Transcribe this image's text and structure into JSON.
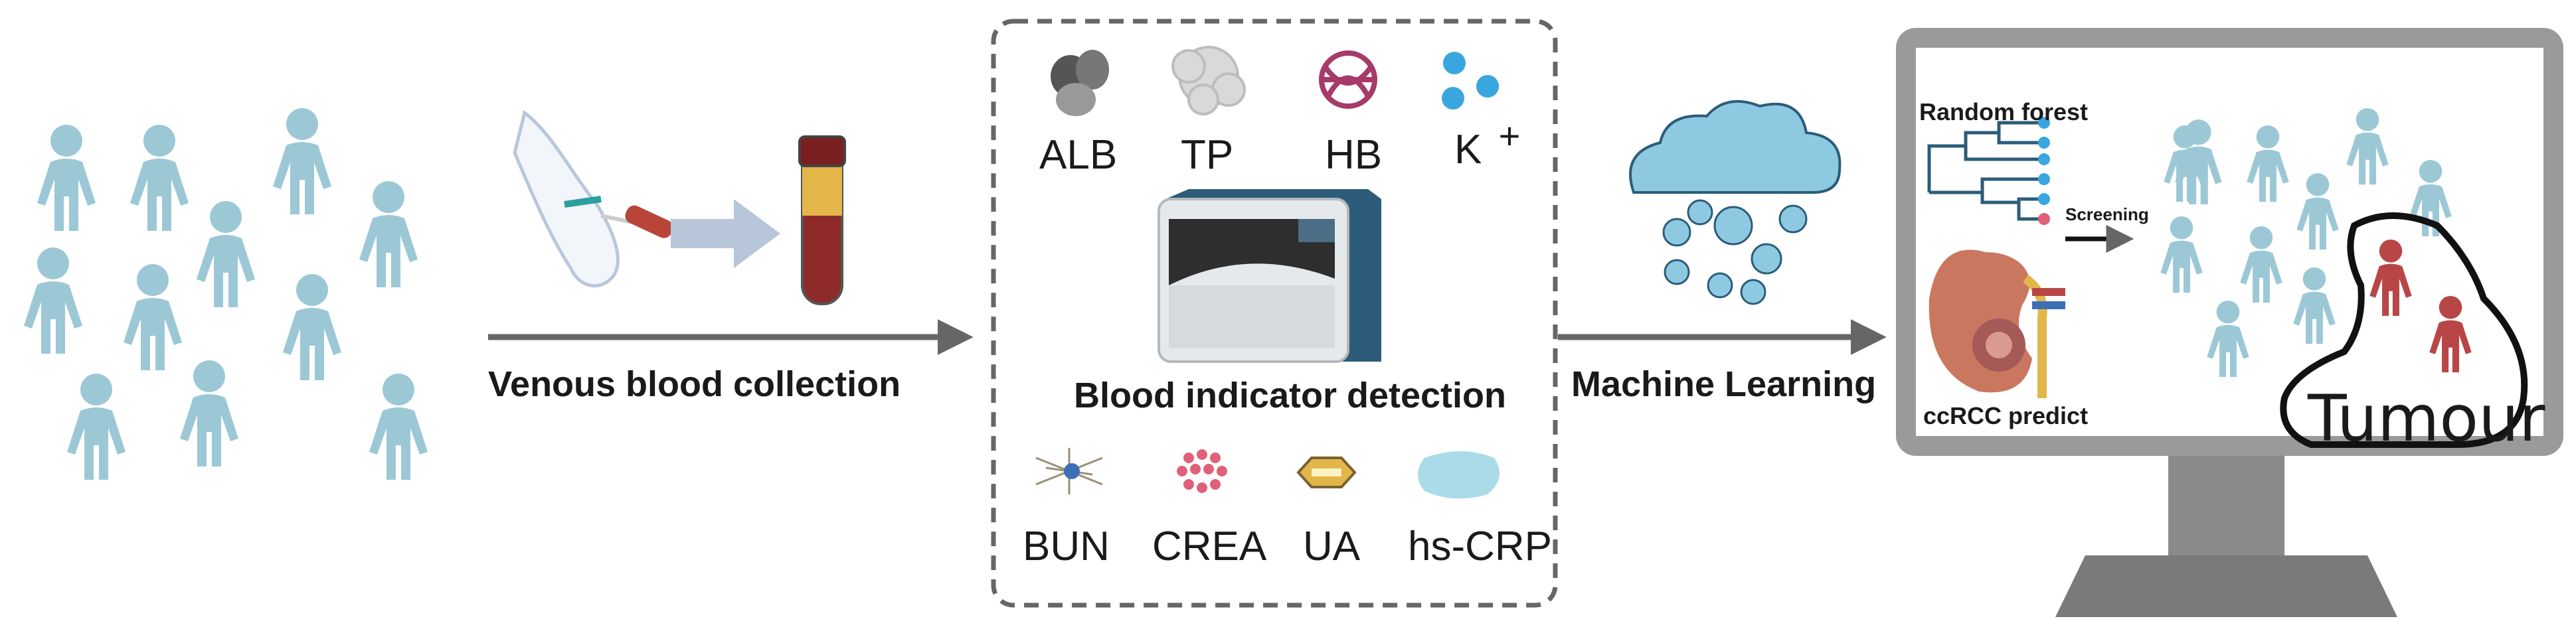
{
  "steps": {
    "collection": "Venous blood collection",
    "detection": "Blood indicator detection",
    "learning": "Machine Learning"
  },
  "indicators_top": [
    {
      "label": "ALB",
      "icon": "protein-blob-icon"
    },
    {
      "label": "TP",
      "icon": "protein-cloud-icon"
    },
    {
      "label": "HB",
      "icon": "hemoglobin-icon"
    },
    {
      "label": "K",
      "superscript": "+",
      "icon": "potassium-ions-icon"
    }
  ],
  "indicators_bottom": [
    {
      "label": "BUN",
      "icon": "urea-molecule-icon"
    },
    {
      "label": "CREA",
      "icon": "creatinine-dots-icon"
    },
    {
      "label": "UA",
      "icon": "uric-acid-crystal-icon"
    },
    {
      "label": "hs-CRP",
      "icon": "crp-blob-icon"
    }
  ],
  "monitor": {
    "model_label": "Random forest",
    "screening_label": "Screening",
    "predict_label": "ccRCC predict",
    "tumour_label": "Tumour"
  },
  "colors": {
    "person": "#9cc8d6",
    "tumour_person": "#b84646",
    "arrow": "#666666",
    "tube_blood": "#8e2a2a",
    "tube_plasma": "#e3b64a",
    "monitor_frame": "#9a9a9a",
    "cloud": "#8ec9e2"
  }
}
